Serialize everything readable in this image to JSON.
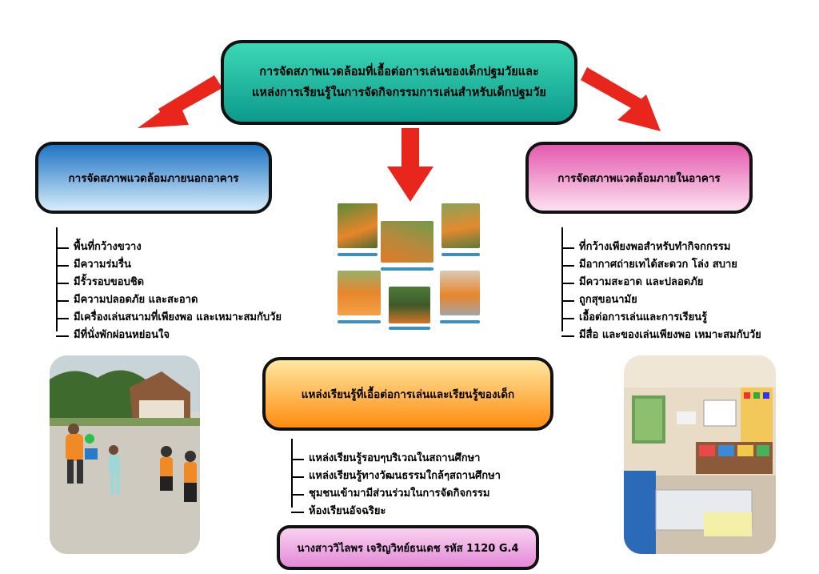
{
  "diagram": {
    "title": "การจัดสภาพแวดล้อมที่เอื้อต่อการเล่นของเด็กปฐมวัยและ\nแหล่งการเรียนรู้ในการจัดกิจกรรมการเล่นสำหรับเด็กปฐมวัย",
    "title_line1": "การจัดสภาพแวดล้อมที่เอื้อต่อการเล่นของเด็กปฐมวัยและ",
    "title_line2": "แหล่งการเรียนรู้ในการจัดกิจกรรมการเล่นสำหรับเด็กปฐมวัย",
    "outdoor": {
      "title": "การจัดสภาพแวดล้อมภายนอกอาคาร",
      "items": [
        "พื้นที่กว้างขวาง",
        "มีความร่มรื่น",
        "มีรั้วรอบขอบชิด",
        "มีความปลอดภัย และสะอาด",
        "มีเครื่องเล่นสนามที่เพียงพอ และเหมาะสมกับวัย",
        "มีที่นั่งพักผ่อนหย่อนใจ"
      ]
    },
    "indoor": {
      "title": "การจัดสภาพแวดล้อมภายในอาคาร",
      "items": [
        "ที่กว้างเพียงพอสำหรับทำกิจกกรรม",
        "มีอากาศถ่ายเทได้สะดวก  โล่ง สบาย",
        "มีความสะอาด และปลอดภัย",
        "ถูกสุขอนามัย",
        "เอื้อต่อการเล่นและการเรียนรู้",
        "มีสื่อ และของเล่นเพียงพอ  เหมาะสมกับวัย"
      ]
    },
    "sources": {
      "title": "แหล่งเรียนรู้ที่เอื้อต่อการเล่นและเรียนรู้ของเด็ก",
      "items": [
        "แหล่งเรียนรู้รอบๆบริเวณในสถานศึกษา",
        "แหล่งเรียนรู้ทางวัฒนธรรมใกล้ๆสถานศึกษา",
        "ชุมชนเข้ามามีส่วนร่วมในการจัดกิจกรรม",
        "ห้องเรียนอัจฉริยะ"
      ]
    },
    "author": "นางสาววิไลพร เจริญวิทย์ธนเดช รหัส 1120 G.4"
  },
  "colors": {
    "arrow": "#e8261c",
    "top_box": "#15b3a0",
    "outdoor_box": "#2f86d3",
    "indoor_box": "#ee6fbd",
    "sources_box": "#ffa22a",
    "author_box": "#eea2e3"
  },
  "images": {
    "outdoor_photo": "children-playing-ball-outdoors-photo",
    "indoor_photo": "classroom-interior-photo",
    "collage": "learning-activities-photo-collage"
  }
}
